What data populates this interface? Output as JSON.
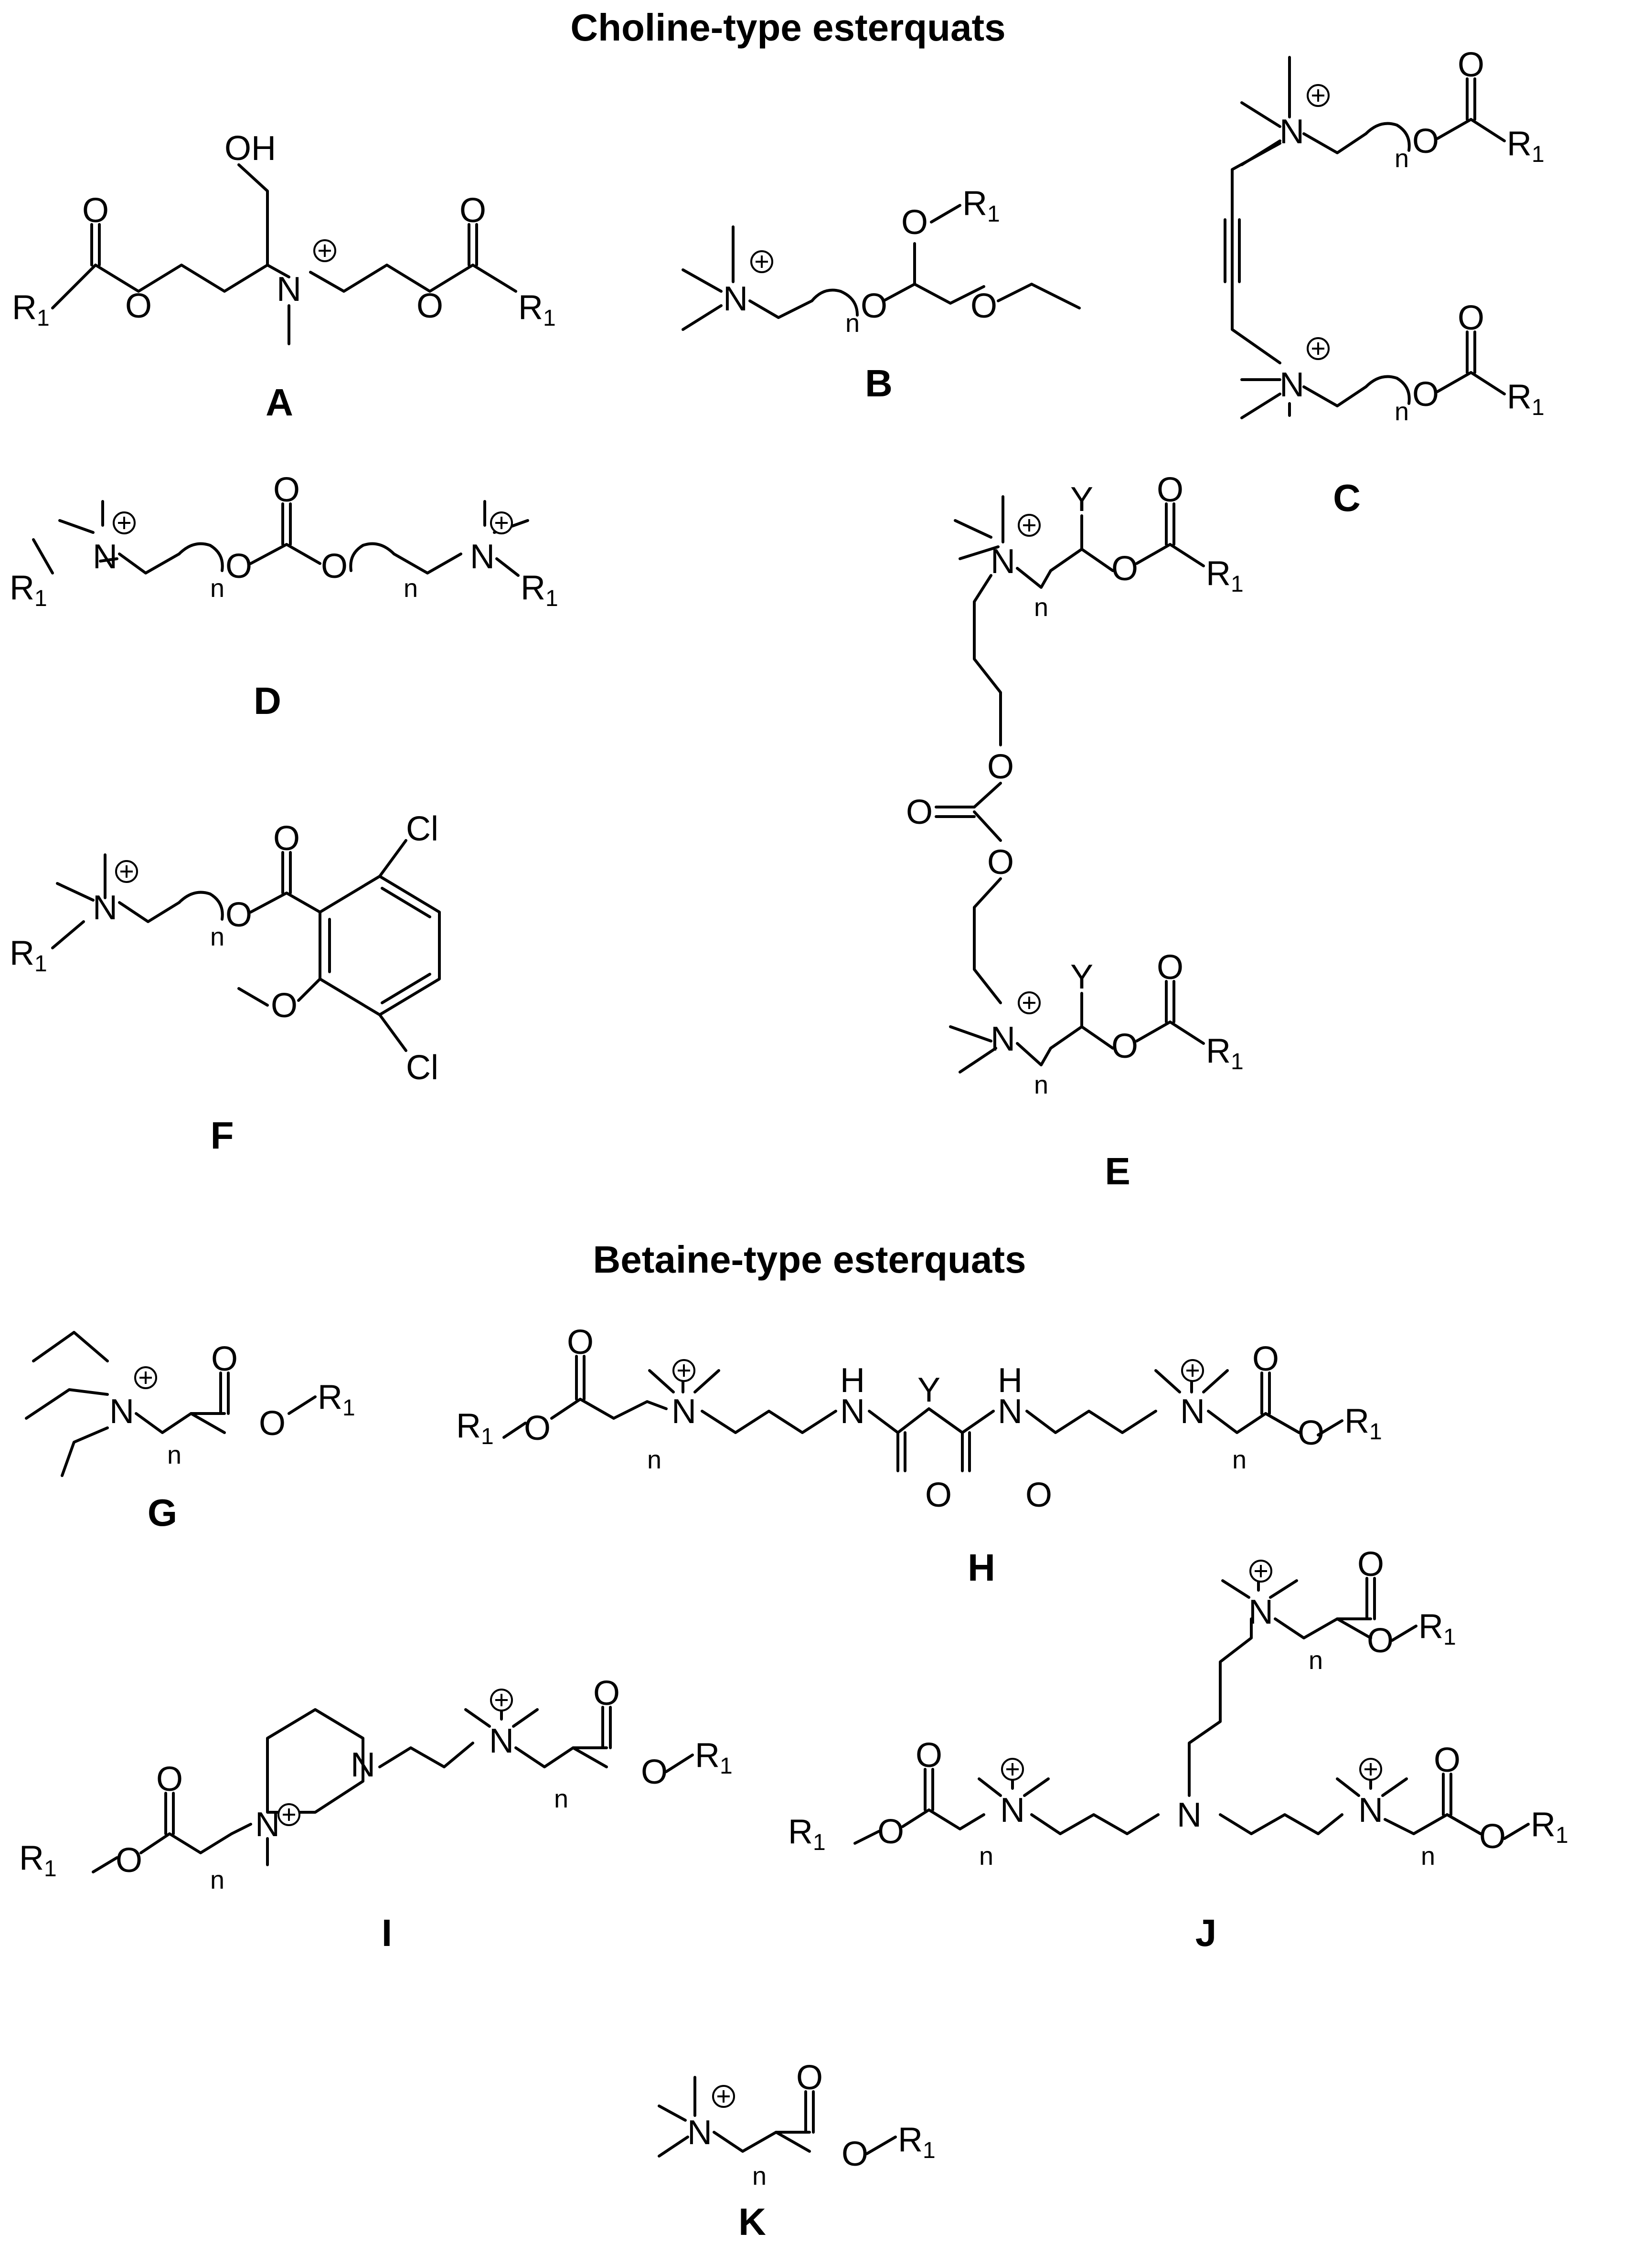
{
  "headings": {
    "choline": "Choline-type esterquats",
    "betaine": "Betaine-type esterquats"
  },
  "labels": {
    "A": "A",
    "B": "B",
    "C": "C",
    "D": "D",
    "E": "E",
    "F": "F",
    "G": "G",
    "H": "H",
    "I": "I",
    "J": "J",
    "K": "K"
  },
  "atoms": {
    "N": "N",
    "O": "O",
    "OH": "OH",
    "R": "R",
    "R_sub": "1",
    "Cl": "Cl",
    "Y": "Y",
    "H": "H",
    "n": "n",
    "plus": "+"
  }
}
